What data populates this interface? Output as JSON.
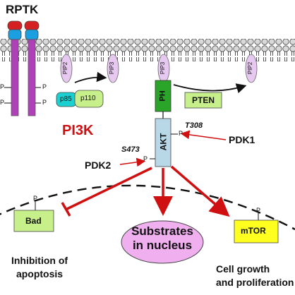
{
  "labels": {
    "rptk": "RPTK",
    "pip2_left": "PIP2",
    "pip3_mid": "PIP3",
    "pip3_right": "PIP3",
    "pip2_right": "PIP2",
    "p85": "p85",
    "p110": "p110",
    "ph": "PH",
    "pten": "PTEN",
    "pi3k": "PI3K",
    "akt": "AKT",
    "t308": "T308",
    "pdk1": "PDK1",
    "s473": "S473",
    "pdk2": "PDK2",
    "bad": "Bad",
    "substrates": "Substrates\nin nucleus",
    "mtor": "mTOR",
    "inhibition": "Inhibition of\napoptosis",
    "cell_growth": "Cell growth\nand proliferation",
    "phospho": "P"
  },
  "colors": {
    "membrane_head": "#d9d9d9",
    "receptor_purple": "#b040b8",
    "receptor_cap_red": "#d42020",
    "receptor_cap_blue": "#1aa0e0",
    "p85_cyan": "#1ad0d0",
    "p110_green": "#c8f08a",
    "ph_green": "#2aa52a",
    "pten_green": "#c8f08a",
    "akt_blue": "#b8d8e8",
    "lipid_ellipse": "#e6c8f0",
    "nucleus_pink": "#f0b0f0",
    "mtor_yellow": "#ffff20",
    "arrow_red": "#d01010",
    "pi3k_red": "#d01010"
  }
}
